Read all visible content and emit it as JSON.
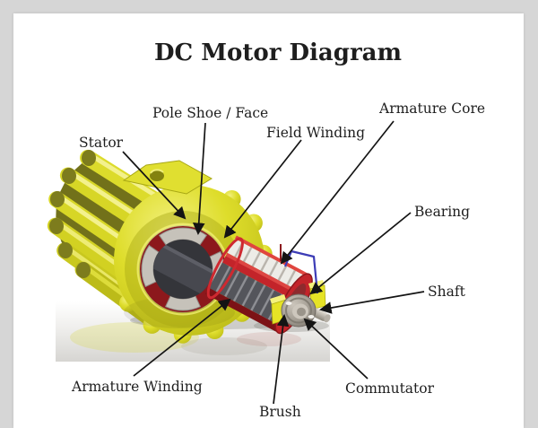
{
  "page": {
    "background": "#d6d6d6",
    "card_background": "#ffffff"
  },
  "title": "DC Motor Diagram",
  "labels": {
    "stator": "Stator",
    "pole_shoe": "Pole Shoe / Face",
    "field_winding": "Field Winding",
    "armature_core": "Armature Core",
    "bearing": "Bearing",
    "shaft": "Shaft",
    "commutator": "Commutator",
    "brush": "Brush",
    "armature_winding": "Armature Winding"
  },
  "illustration": {
    "type": "3d-cutaway-render",
    "subject": "DC electric motor with finned stator, exposed armature, commutator and shaft",
    "colors": {
      "stator_yellow": "#dedd2b",
      "armature_red": "#c3242a",
      "pole_shoe_gray": "#c6c2ba",
      "commutator_gray": "#a29c92",
      "wire_blue": "#3c3cb6",
      "text": "#1e1e1e"
    }
  }
}
